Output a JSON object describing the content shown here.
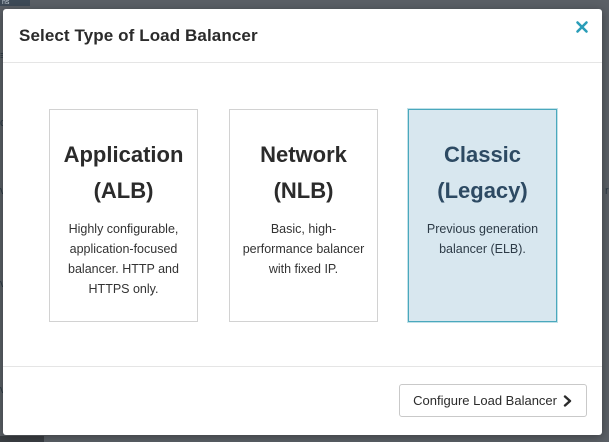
{
  "background": {
    "top_tab_text": "ns"
  },
  "modal": {
    "title": "Select Type of Load Balancer",
    "close_icon": "close-icon",
    "accent_color": "#2a9db8",
    "cards": [
      {
        "title_line1": "Application",
        "title_line2": "(ALB)",
        "description": "Highly configurable, application-focused balancer. HTTP and HTTPS only.",
        "selected": false
      },
      {
        "title_line1": "Network",
        "title_line2": "(NLB)",
        "description": "Basic, high-performance balancer with fixed IP.",
        "selected": false
      },
      {
        "title_line1": "Classic",
        "title_line2": "(Legacy)",
        "description": "Previous generation balancer (ELB).",
        "selected": true
      }
    ],
    "selected_card_bg": "#d8e7ef",
    "selected_card_border": "#4aa8bd",
    "footer": {
      "configure_label": "Configure Load Balancer",
      "configure_icon": "chevron-right-icon"
    }
  }
}
